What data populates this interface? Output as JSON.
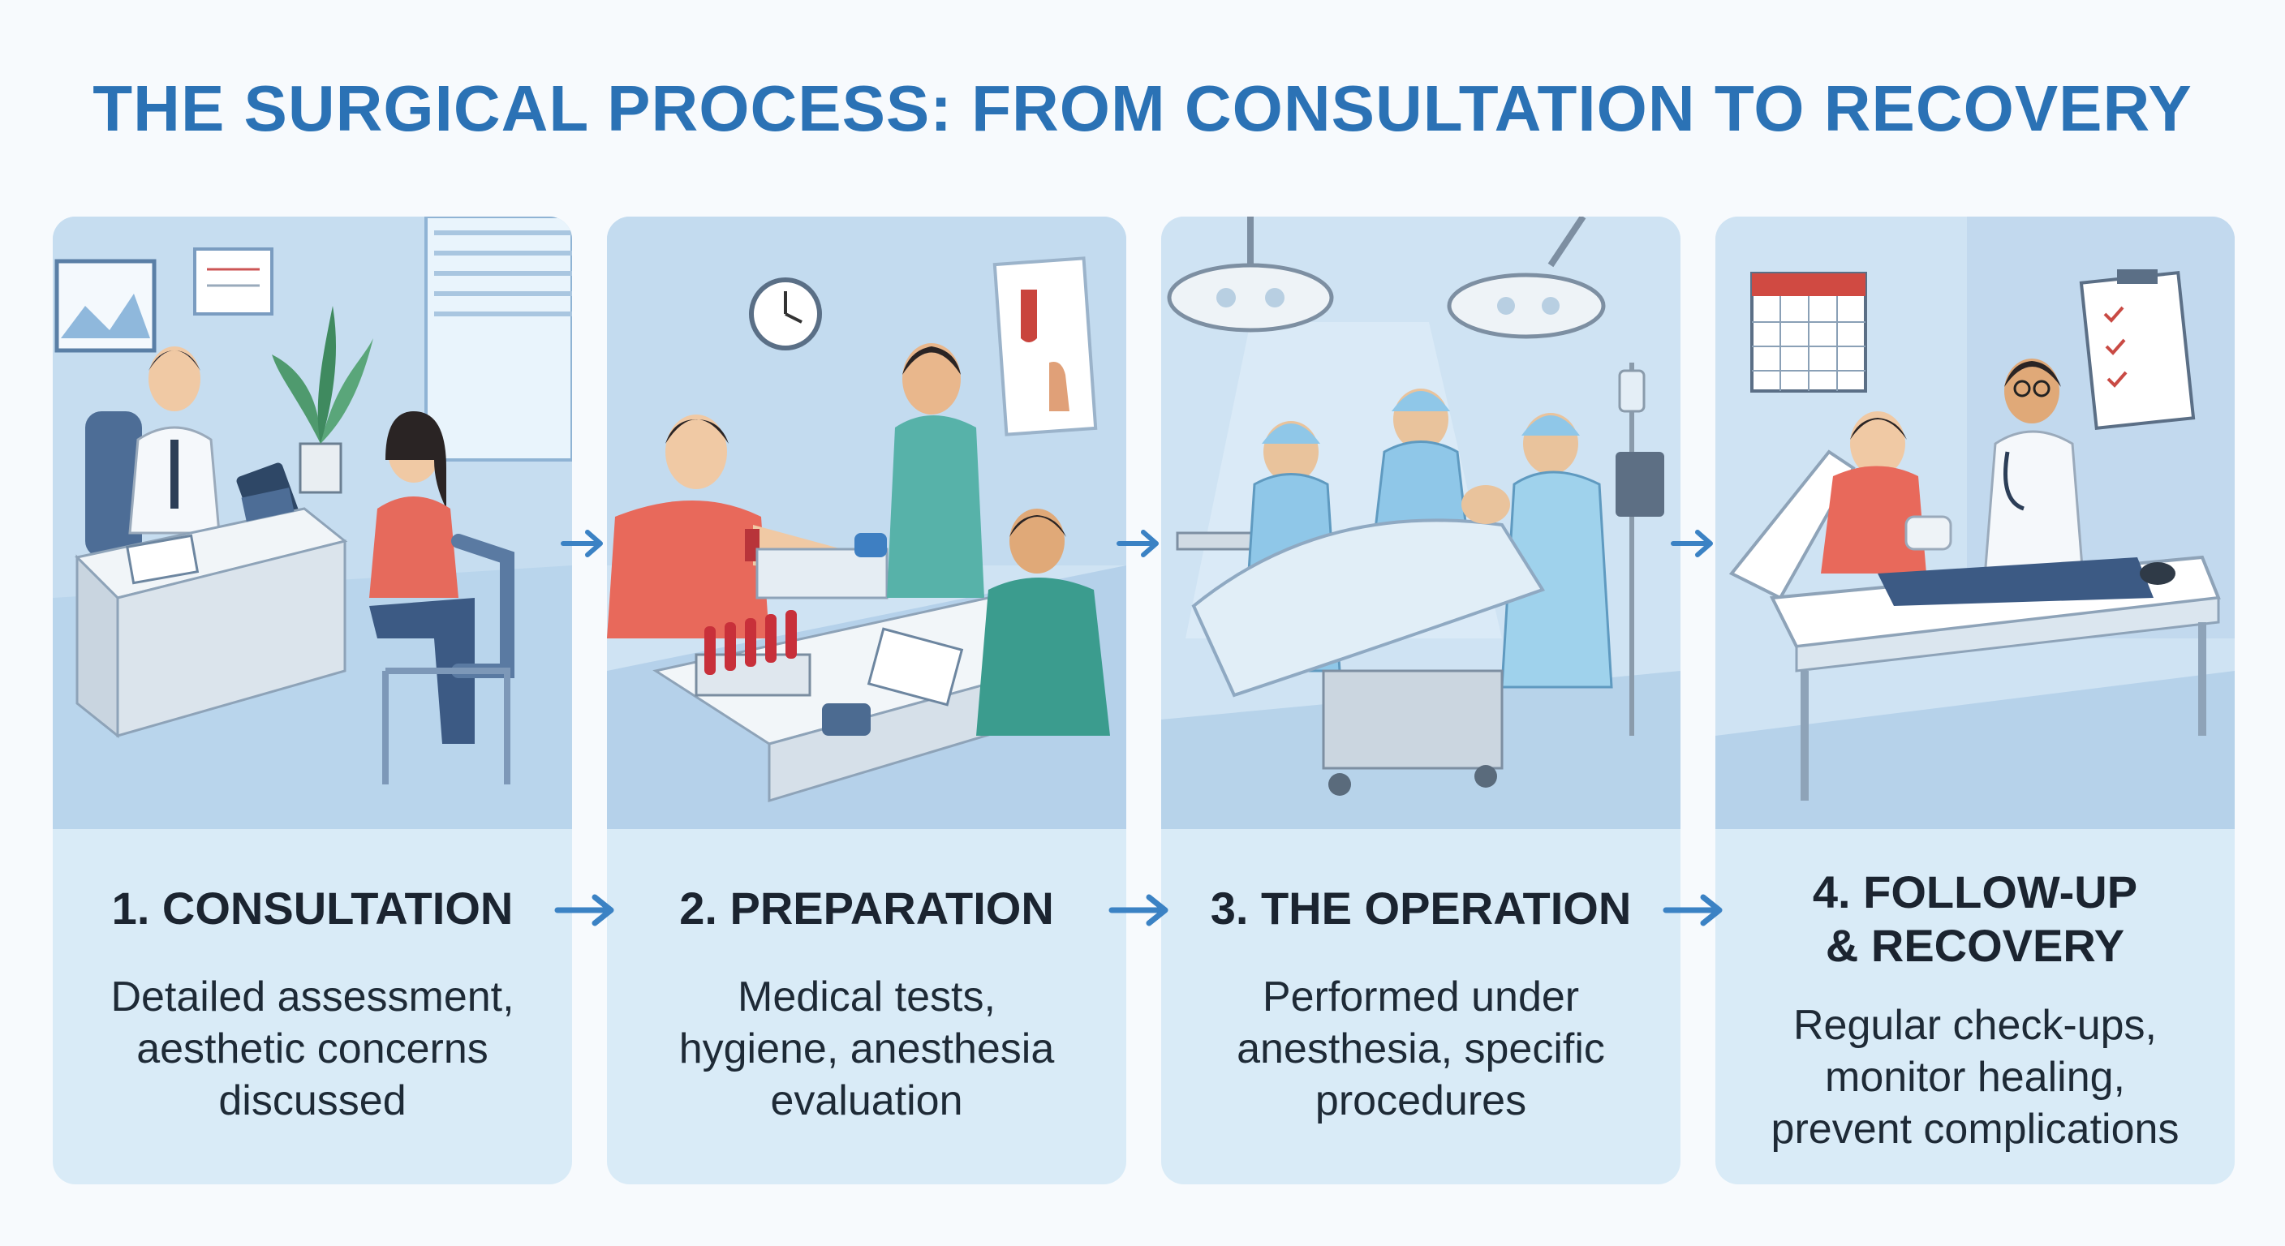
{
  "title": "THE  SURGICAL PROCESS: FROM CONSULTATION TO RECOVERY",
  "colors": {
    "title": "#2b72b5",
    "card_bg": "#d9ebf7",
    "arrow": "#3b82c4",
    "text": "#1b2430"
  },
  "steps": [
    {
      "title_lines": [
        "1. CONSULTATION"
      ],
      "desc_lines": [
        "Detailed assessment,",
        "aesthetic concerns",
        "discussed"
      ]
    },
    {
      "title_lines": [
        "2. PREPARATION"
      ],
      "desc_lines": [
        "Medical tests,",
        "hygiene, anesthesia",
        "evaluation"
      ]
    },
    {
      "title_lines": [
        "3. THE OPERATION"
      ],
      "desc_lines": [
        "Performed under",
        "anesthesia, specific",
        "procedures"
      ]
    },
    {
      "title_lines": [
        "4. FOLLOW-UP",
        "& RECOVERY"
      ],
      "desc_lines": [
        "Regular check-ups,",
        "monitor healing,",
        "prevent complications"
      ]
    }
  ]
}
